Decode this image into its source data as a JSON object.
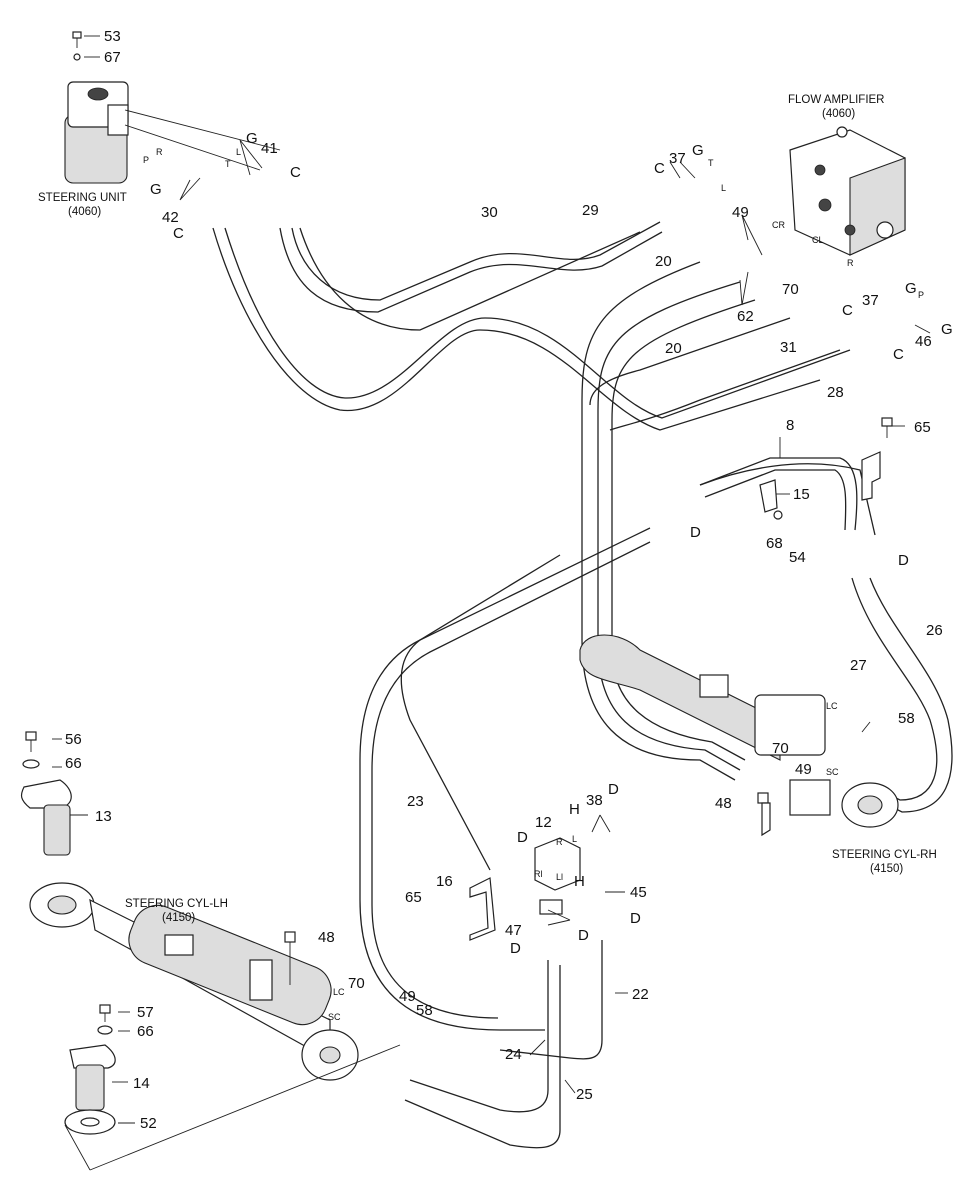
{
  "components": {
    "steering_unit": {
      "name": "STEERING UNIT",
      "code": "(4060)"
    },
    "flow_amplifier": {
      "name": "FLOW AMPLIFIER",
      "code": "(4060)"
    },
    "steering_cyl_lh": {
      "name": "STEERING CYL-LH",
      "code": "(4150)"
    },
    "steering_cyl_rh": {
      "name": "STEERING CYL-RH",
      "code": "(4150)"
    }
  },
  "callouts": {
    "p53": "53",
    "p67": "67",
    "p41": "41",
    "p42": "42",
    "p30": "30",
    "p29": "29",
    "p37a": "37",
    "p37b": "37",
    "p49a": "49",
    "p49b": "49",
    "p49c": "49",
    "p20a": "20",
    "p20b": "20",
    "p62": "62",
    "p31": "31",
    "p28": "28",
    "p46": "46",
    "p65a": "65",
    "p65b": "65",
    "p8": "8",
    "p15": "15",
    "p68": "68",
    "p54": "54",
    "p26": "26",
    "p27": "27",
    "p58a": "58",
    "p58b": "58",
    "p70a": "70",
    "p70b": "70",
    "p70c": "70",
    "p48a": "48",
    "p48b": "48",
    "p56": "56",
    "p66a": "66",
    "p66b": "66",
    "p13": "13",
    "p23": "23",
    "p12": "12",
    "p38": "38",
    "p16": "16",
    "p45": "45",
    "p47": "47",
    "p22": "22",
    "p24": "24",
    "p25": "25",
    "p57": "57",
    "p14": "14",
    "p52": "52"
  },
  "port_letters": {
    "g1": "G",
    "g2": "G",
    "g3": "G",
    "g4": "G",
    "g5": "G",
    "c1": "C",
    "c2": "C",
    "c3": "C",
    "c4": "C",
    "c5": "C",
    "d1": "D",
    "d2": "D",
    "d3": "D",
    "d4": "D",
    "d5": "D",
    "d6": "D",
    "d7": "D",
    "h1": "H",
    "h2": "H"
  },
  "port_codes": {
    "su_p": "P",
    "su_r": "R",
    "su_t": "T",
    "su_l": "L",
    "fa_t": "T",
    "fa_l": "L",
    "fa_cr": "CR",
    "fa_cl": "CL",
    "fa_r": "R",
    "fa_p": "P",
    "rh_lc": "LC",
    "rh_sc": "SC",
    "lh_lc": "LC",
    "lh_sc": "SC",
    "vb_r": "R",
    "vb_l": "L",
    "vb_rl": "Rl",
    "vb_ll": "Ll"
  }
}
